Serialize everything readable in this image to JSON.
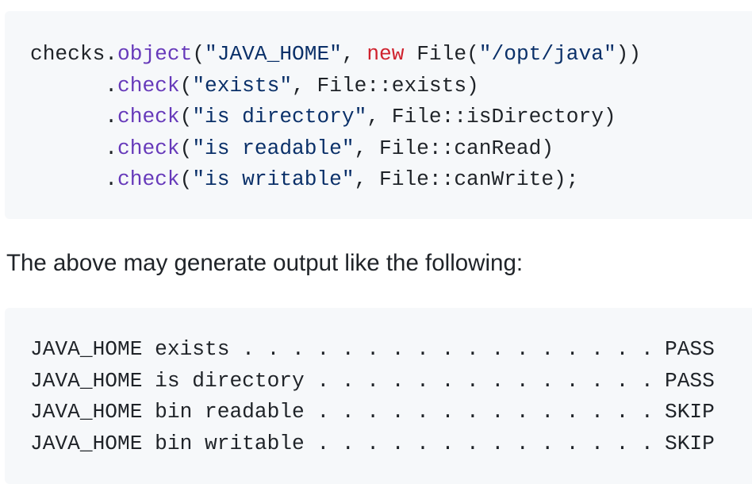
{
  "code_block_1": {
    "lines": [
      [
        {
          "t": "checks.",
          "c": ""
        },
        {
          "t": "object",
          "c": "fn"
        },
        {
          "t": "(",
          "c": ""
        },
        {
          "t": "\"JAVA_HOME\"",
          "c": "str"
        },
        {
          "t": ", ",
          "c": ""
        },
        {
          "t": "new",
          "c": "kw"
        },
        {
          "t": " File(",
          "c": ""
        },
        {
          "t": "\"/opt/java\"",
          "c": "str"
        },
        {
          "t": "))",
          "c": ""
        }
      ],
      [
        {
          "t": "      .",
          "c": ""
        },
        {
          "t": "check",
          "c": "fn"
        },
        {
          "t": "(",
          "c": ""
        },
        {
          "t": "\"exists\"",
          "c": "str"
        },
        {
          "t": ", File::exists)",
          "c": ""
        }
      ],
      [
        {
          "t": "      .",
          "c": ""
        },
        {
          "t": "check",
          "c": "fn"
        },
        {
          "t": "(",
          "c": ""
        },
        {
          "t": "\"is directory\"",
          "c": "str"
        },
        {
          "t": ", File::isDirectory)",
          "c": ""
        }
      ],
      [
        {
          "t": "      .",
          "c": ""
        },
        {
          "t": "check",
          "c": "fn"
        },
        {
          "t": "(",
          "c": ""
        },
        {
          "t": "\"is readable\"",
          "c": "str"
        },
        {
          "t": ", File::canRead)",
          "c": ""
        }
      ],
      [
        {
          "t": "      .",
          "c": ""
        },
        {
          "t": "check",
          "c": "fn"
        },
        {
          "t": "(",
          "c": ""
        },
        {
          "t": "\"is writable\"",
          "c": "str"
        },
        {
          "t": ", File::canWrite);",
          "c": ""
        }
      ]
    ]
  },
  "paragraph": {
    "text": "The above may generate output like the following:"
  },
  "code_block_2": {
    "rows": [
      {
        "label": "JAVA_HOME exists . . . . . . . . . . . . . . . . .",
        "status": "PASS"
      },
      {
        "label": "JAVA_HOME is directory . . . . . . . . . . . . . .",
        "status": "PASS"
      },
      {
        "label": "JAVA_HOME bin readable . . . . . . . . . . . . . .",
        "status": "SKIP"
      },
      {
        "label": "JAVA_HOME bin writable . . . . . . . . . . . . . .",
        "status": "SKIP"
      }
    ]
  },
  "colors": {
    "code_background": "#f6f8fa",
    "text": "#1f2328",
    "function": "#6639ba",
    "keyword": "#cf222e",
    "string": "#0a3069"
  }
}
